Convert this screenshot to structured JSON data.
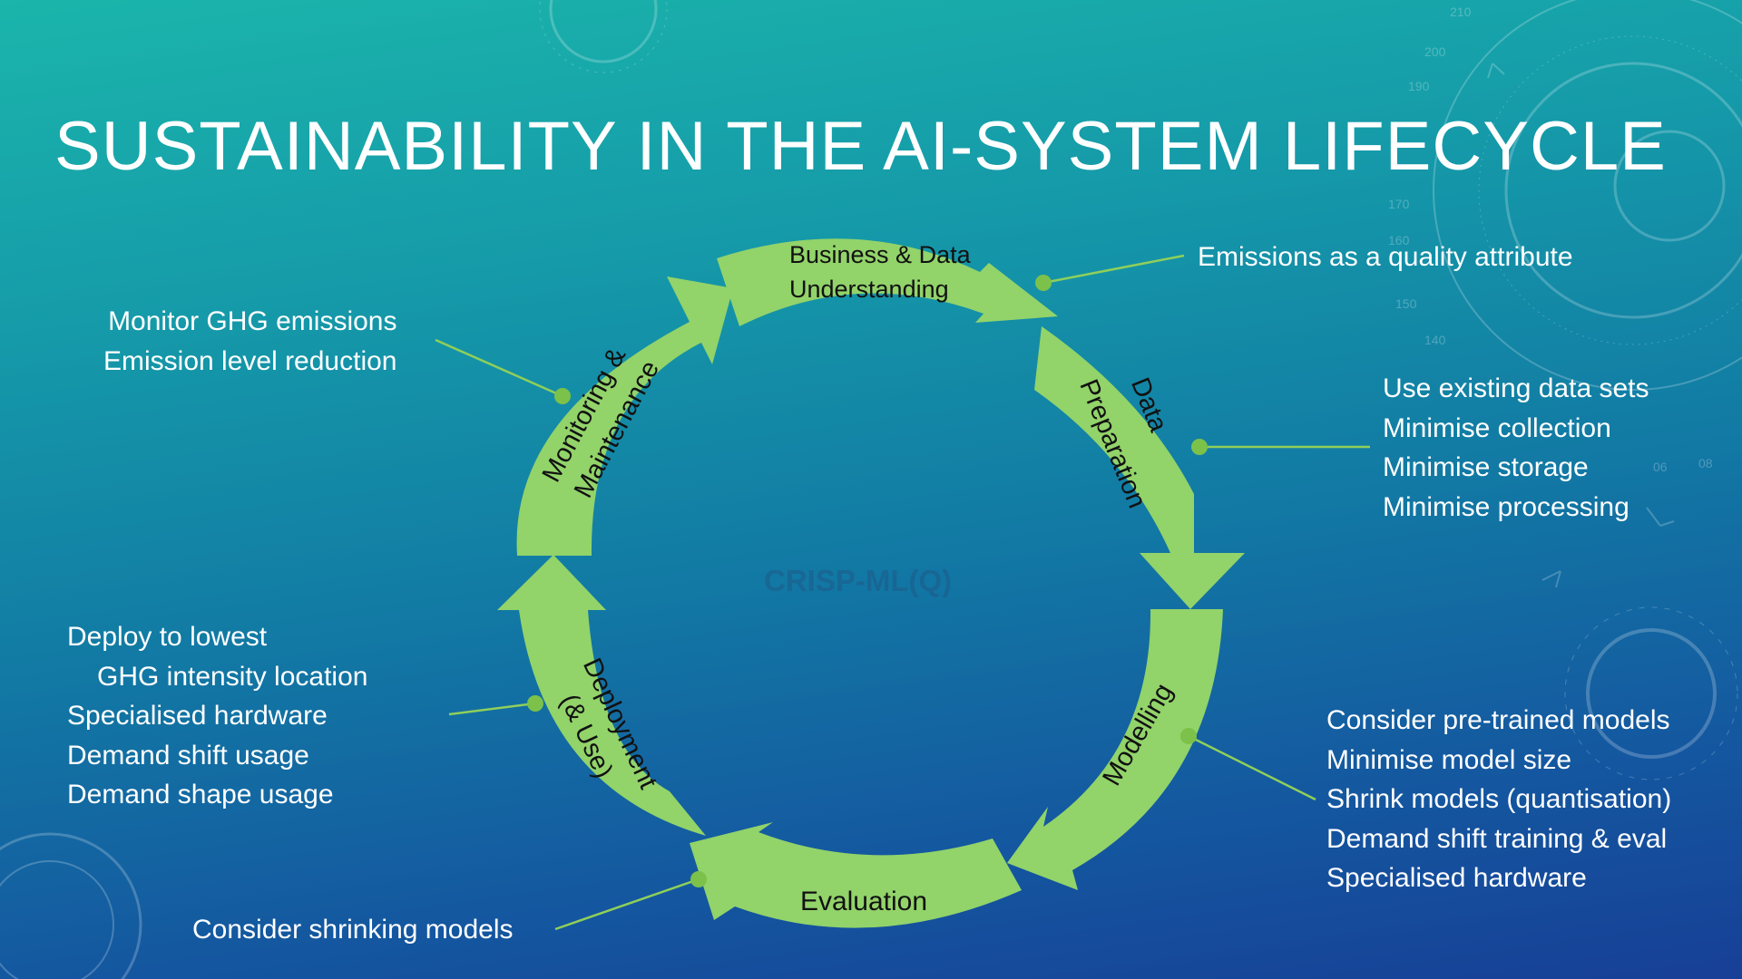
{
  "title": "SUSTAINABILITY IN THE AI-SYSTEM LIFECYCLE",
  "center_label": "CRISP-ML(Q)",
  "stages": {
    "business": [
      "Business & Data",
      "Understanding"
    ],
    "data_prep": [
      "Data",
      "Preparation"
    ],
    "modelling": "Modelling",
    "evaluation": "Evaluation",
    "deployment": [
      "Deployment",
      "(& Use)"
    ],
    "monitoring": [
      "Monitoring &",
      "Maintenance"
    ]
  },
  "notes": {
    "business": [
      "Emissions as a quality attribute"
    ],
    "data_prep": [
      "Use existing data sets",
      "Minimise collection",
      "Minimise storage",
      "Minimise processing"
    ],
    "modelling": [
      "Consider pre-trained models",
      "Minimise model size",
      "Shrink models (quantisation)",
      "Demand shift training & eval",
      "Specialised hardware"
    ],
    "evaluation": [
      "Consider shrinking models"
    ],
    "deployment": [
      "Deploy to lowest",
      "GHG intensity location",
      "Specialised hardware",
      "Demand shift usage",
      "Demand shape usage"
    ],
    "monitoring": [
      "Monitor GHG emissions",
      "Emission level reduction"
    ]
  },
  "colors": {
    "arrow": "#92d36a",
    "connector": "#8fcf5a",
    "text": "#ffffff",
    "stage_text": "#111111"
  },
  "decorative_ticks": [
    "190",
    "200",
    "210",
    "170",
    "160",
    "150",
    "140",
    "06",
    "08"
  ]
}
